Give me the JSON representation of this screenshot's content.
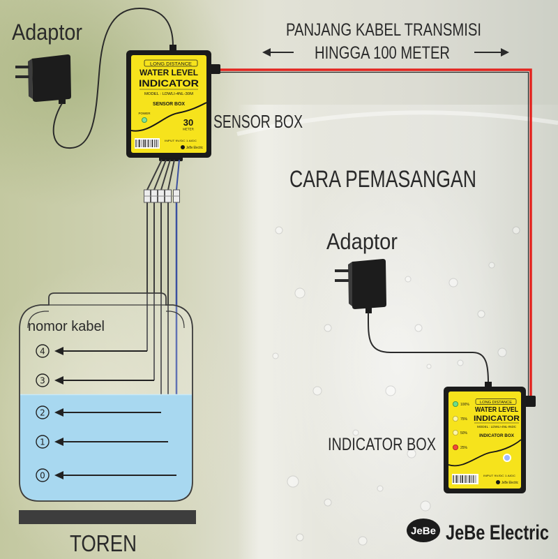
{
  "header": {
    "cable_length_line1": "PANJANG KABEL TRANSMISI",
    "cable_length_line2": "HINGGA 100 METER"
  },
  "title": "CARA PEMASANGAN",
  "adaptor_top": {
    "label": "Adaptor"
  },
  "adaptor_mid": {
    "label": "Adaptor"
  },
  "sensor_box": {
    "label": "SENSOR BOX",
    "face": {
      "banner": "LONG DISTANCE",
      "title_line1": "WATER LEVEL",
      "title_line2": "INDICATOR",
      "model": "MODEL : LDWLI-4NL-30M",
      "name": "SENSOR BOX",
      "power": "POWER",
      "distance_value": "30",
      "distance_unit": "METER",
      "input": "INPUT 9V/DC 1 A/DC",
      "brand": "JeBe Electric"
    }
  },
  "indicator_box": {
    "label": "INDICATOR BOX",
    "face": {
      "banner": "LONG DISTANCE",
      "title_line1": "WATER LEVEL",
      "title_line2": "INDICATOR",
      "model": "MODEL : LDWLI-4NL-INDC",
      "name": "INDICATOR BOX",
      "levels": [
        "100%",
        "75%",
        "50%",
        "25%"
      ],
      "input": "INPUT 9V/DC 1 A/DC",
      "brand": "JeBe Electric"
    }
  },
  "tank": {
    "label": "TOREN",
    "cable_number_caption": "nomor kabel",
    "cable_numbers": [
      "4",
      "3",
      "2",
      "1",
      "0"
    ]
  },
  "logo": {
    "badge": "JeBe",
    "name": "JeBe Electric"
  },
  "colors": {
    "box_yellow": "#f6e31c",
    "box_frame": "#1b1b1b",
    "transmission_cable": "#e3241f",
    "probe_wire": "#3a4fa0",
    "water": "#a8d8f0",
    "text": "#2a2a2a"
  },
  "icons": [
    "power-adaptor-icon",
    "arrow-left-icon",
    "arrow-right-icon",
    "led-indicator-icon",
    "barcode-icon",
    "water-tank-icon"
  ]
}
